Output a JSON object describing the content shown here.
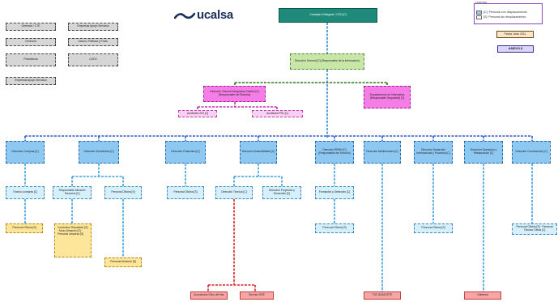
{
  "logo": {
    "text": "ucalsa"
  },
  "legend": {
    "title": "Legenda",
    "items": [
      {
        "label": "[C]: Personal con desplazamiento",
        "color": "#9ad0f0"
      },
      {
        "label": "[S]: Personal sin desplazamiento",
        "color": "#ffffff"
      }
    ]
  },
  "tag_date": "Fecha Junio 2011",
  "tag_annex": "ANEXO II",
  "left_boxes": [
    "Gerencia / CTE",
    "Empresas Apoyo Servicios",
    "Gerencia",
    "Asesor, Políticas y Prota.",
    "Presidencia",
    "CSCS",
    "Empresas Apoyo Servicios"
  ],
  "top": "Consejero Delegado / CEO [C]",
  "director_general": "Dirección General [C] (Responsable de la información)",
  "dir_integrados": "Dirección General Integrados Gestión [C] (Responsable del Sistema)",
  "dept_informatica": "Departamento de Informática (Responsable Seguridad) [C]",
  "sub_pink": [
    "Auxiliares SGI [C]",
    "Auxiliares PRL [C]"
  ],
  "directions": [
    "Dirección Compras [C]",
    "Dirección Suministros [C]",
    "Dirección Financiera [C]",
    "Dirección Sostenibilidad [C]",
    "Dirección RRHH [C] (Responsable del Servicio)",
    "Dirección Mediterráneo [C]",
    "Dirección Desarrollo Internacional y Procesos [C]",
    "Dirección Operación y Restauración [C]",
    "Dirección Construcción [C]"
  ],
  "level3": [
    "Técnico compras [C]",
    "Responsable Almacén Tesorería [C]",
    "Personal Oficina [S]",
    "Personal Oficina [S]",
    "Dirección Técnica [C]",
    "Dirección Proyectos y Desarrollo [C]",
    "Formación y Selección [C]"
  ],
  "level4": [
    "Personal Oficina [S]",
    "Conductor/ Repartidor [S] · Mozo Almacén [S] · Personal Limpieza [S]",
    "Personal Almacén [S]",
    "Personal Oficina [S]",
    "Personal Oficina [S]",
    "Personal Oficina [S] · Personal Técnico Obras [C]"
  ],
  "bottom": [
    "Acueductos Olivo del Mar",
    "Servicio GSE",
    "TUC ALBACETE",
    "Cafetería"
  ]
}
